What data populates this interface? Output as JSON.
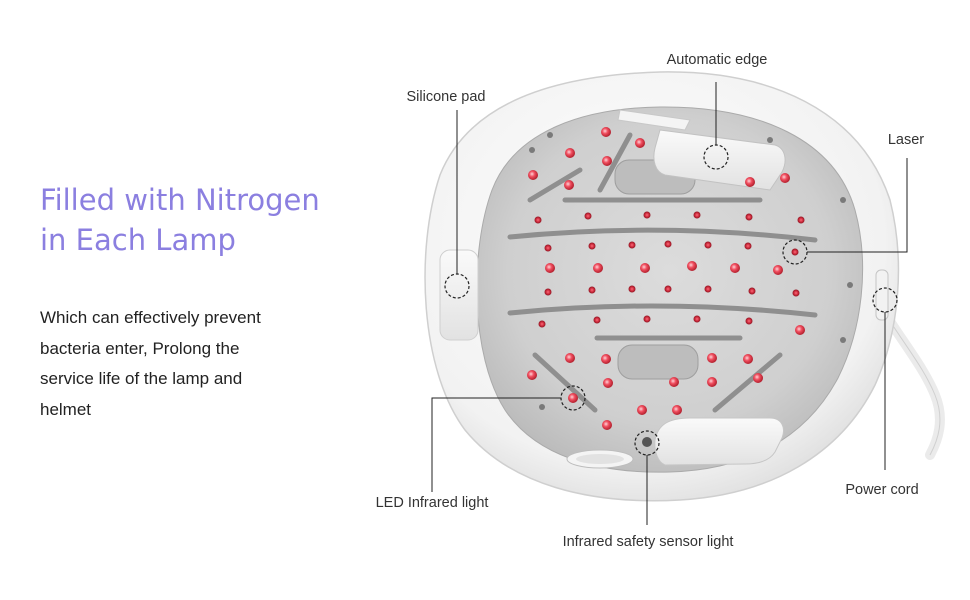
{
  "headline": {
    "line1": "Filled with Nitrogen",
    "line2": "in Each Lamp"
  },
  "description": {
    "line1": "Which can effectively prevent",
    "line2": "bacteria enter, Prolong the",
    "line3": "service life of the lamp and",
    "line4": "helmet"
  },
  "callouts": {
    "automatic_edge": "Automatic edge",
    "silicone_pad": "Silicone pad",
    "laser": "Laser",
    "led_infrared_light": "LED Infrared light",
    "infrared_safety_sensor_light": "Infrared safety sensor light",
    "power_cord": "Power cord"
  },
  "colors": {
    "headline": "#8b7fe0",
    "led_red": "#e8394a"
  }
}
